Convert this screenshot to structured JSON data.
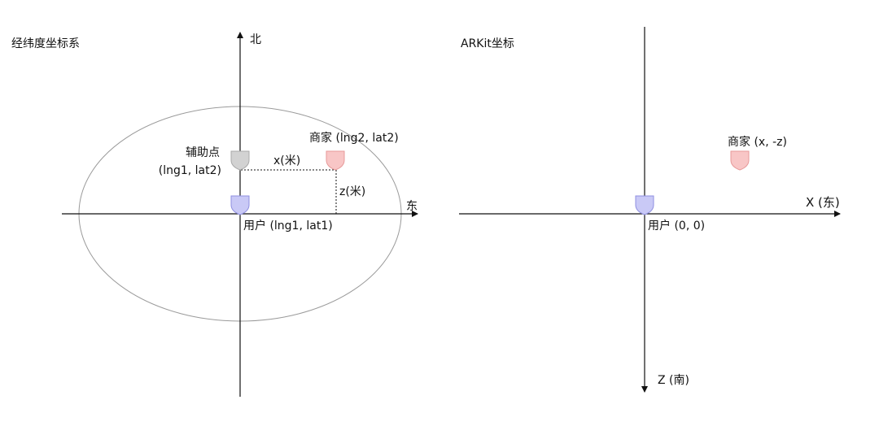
{
  "left_panel": {
    "title": "经纬度坐标系",
    "north_label": "北",
    "east_label": "东",
    "helper_label_line1": "辅助点",
    "helper_label_line2": "(lng1, lat2)",
    "merchant_label": "商家 (lng2, lat2)",
    "user_label": "用户 (lng1, lat1)",
    "x_distance_label": "x(米)",
    "z_distance_label": "z(米)"
  },
  "right_panel": {
    "title": "ARKit坐标",
    "x_axis_label": "X (东)",
    "z_axis_label": "Z (南)",
    "merchant_label": "商家 (x, -z)",
    "user_label": "用户 (0, 0)"
  },
  "colors": {
    "user_marker": "#c9c9f6",
    "user_marker_stroke": "#8f8fe0",
    "merchant_marker": "#f8c6c6",
    "merchant_marker_stroke": "#e79a9a",
    "helper_marker": "#d2d2d2",
    "helper_marker_stroke": "#a9a9a9",
    "ellipse_stroke": "#9a9a9a",
    "axis": "#111111"
  },
  "icons": {
    "marker": "shield-pin-icon"
  }
}
